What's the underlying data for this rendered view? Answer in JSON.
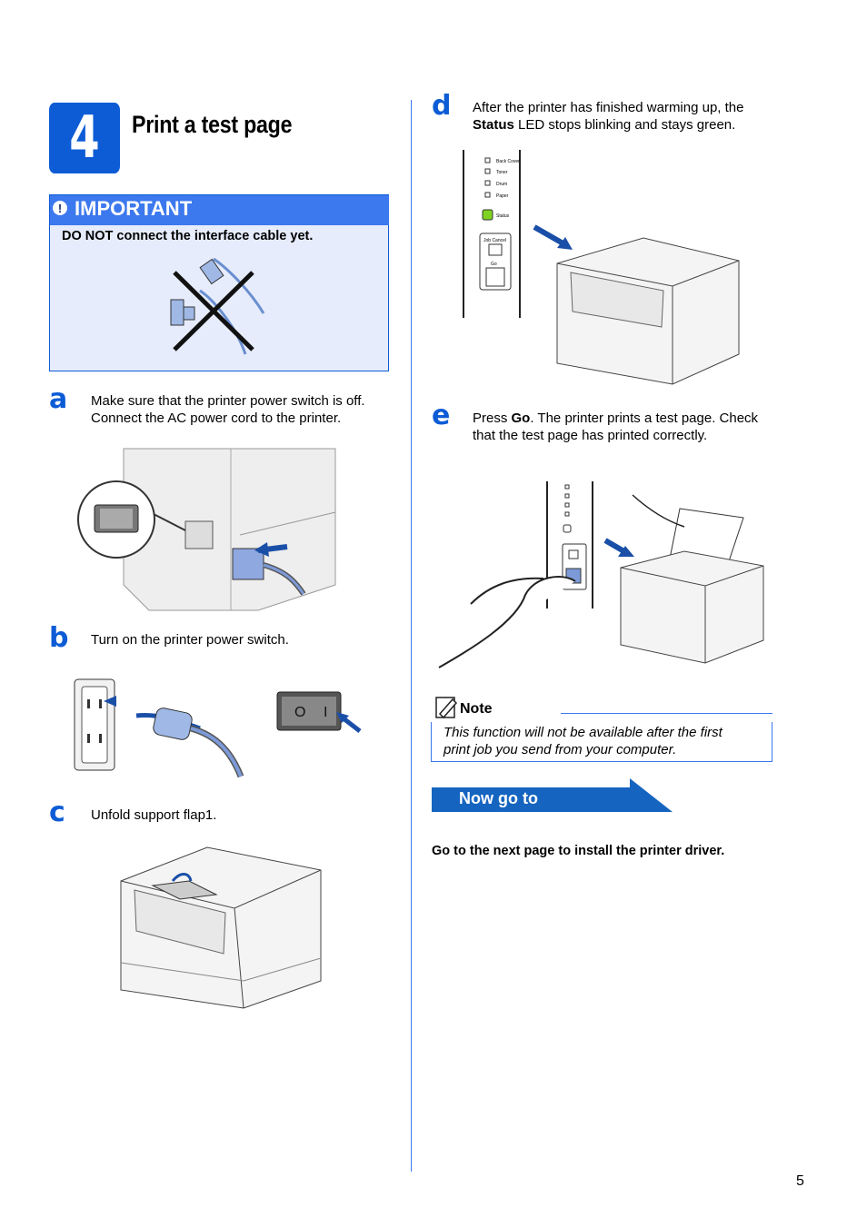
{
  "header": {
    "step_number": "4",
    "title": "Print a test page"
  },
  "important": {
    "label": "IMPORTANT",
    "icon": "exclamation-icon",
    "text": "DO NOT connect the interface cable yet."
  },
  "steps": [
    {
      "letter": "a",
      "lines": [
        "Make sure that the printer power switch is off.",
        "Connect the AC power cord to the printer."
      ]
    },
    {
      "letter": "b",
      "lines": [
        "Turn on the printer power switch."
      ]
    },
    {
      "letter": "c",
      "lines": [
        "Unfold support flap1."
      ]
    },
    {
      "letter": "d",
      "line1": "After the printer has finished warming up, the",
      "bold": "Status",
      "line2_rest": " LED stops blinking and stays green."
    },
    {
      "letter": "e",
      "pre": "Press ",
      "bold": "Go",
      "post": ". The printer prints a test page. Check",
      "line2": "that the test page has printed correctly."
    }
  ],
  "panel_labels": {
    "back_cover": "Back Cover",
    "toner": "Toner",
    "drum": "Drum",
    "paper": "Paper",
    "status": "Status",
    "job_cancel": "Job Cancel",
    "go": "Go"
  },
  "switch_labels": {
    "off": "O",
    "on": "I"
  },
  "note": {
    "label": "Note",
    "icon": "note-pencil-icon",
    "lines": [
      "This function will not be available after the first",
      "print job you send from your computer."
    ]
  },
  "now_go_to": {
    "label": "Now go to"
  },
  "next_text": "Go to the next page to install the printer driver.",
  "page_number": "5",
  "colors": {
    "brand_blue": "#0d5cd6",
    "important_bg": "#e6ecfb",
    "header_blue": "#3c78ee",
    "nowgo_blue": "#1565c0",
    "status_green": "#7ed321"
  }
}
